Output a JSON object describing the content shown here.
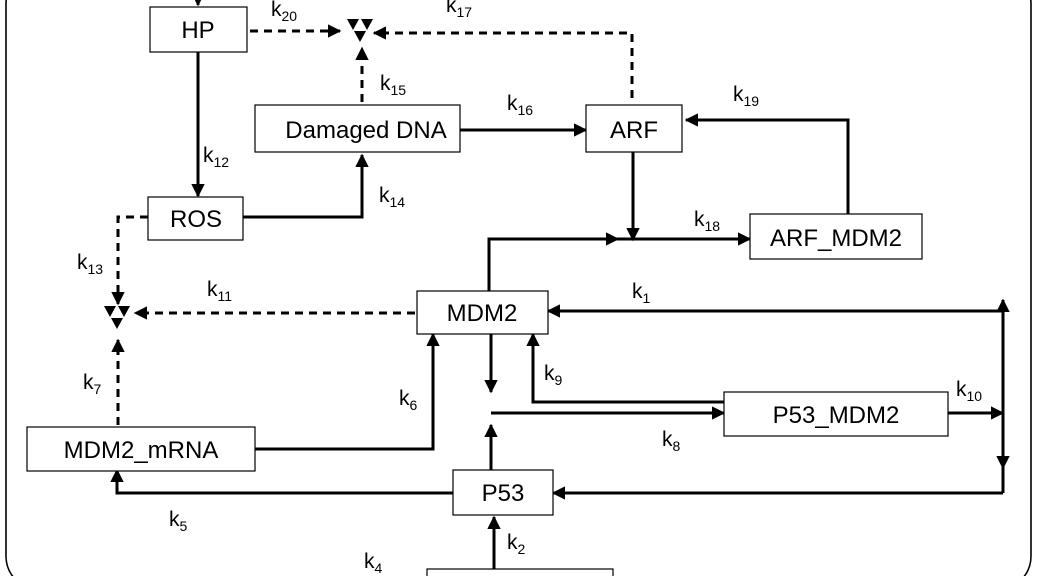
{
  "nodes": {
    "hp": "HP",
    "ros": "ROS",
    "damaged_dna": "Damaged DNA",
    "arf": "ARF",
    "arf_mdm2": "ARF_MDM2",
    "mdm2": "MDM2",
    "p53_mdm2": "P53_MDM2",
    "mdm2_mrna": "MDM2_mRNA",
    "p53": "P53"
  },
  "rates": {
    "k1": {
      "base": "k",
      "sub": "1"
    },
    "k2": {
      "base": "k",
      "sub": "2"
    },
    "k4": {
      "base": "k",
      "sub": "4"
    },
    "k5": {
      "base": "k",
      "sub": "5"
    },
    "k6": {
      "base": "k",
      "sub": "6"
    },
    "k7": {
      "base": "k",
      "sub": "7"
    },
    "k8": {
      "base": "k",
      "sub": "8"
    },
    "k9": {
      "base": "k",
      "sub": "9"
    },
    "k10": {
      "base": "k",
      "sub": "10"
    },
    "k11": {
      "base": "k",
      "sub": "11"
    },
    "k12": {
      "base": "k",
      "sub": "12"
    },
    "k13": {
      "base": "k",
      "sub": "13"
    },
    "k14": {
      "base": "k",
      "sub": "14"
    },
    "k15": {
      "base": "k",
      "sub": "15"
    },
    "k16": {
      "base": "k",
      "sub": "16"
    },
    "k17": {
      "base": "k",
      "sub": "17"
    },
    "k18": {
      "base": "k",
      "sub": "18"
    },
    "k19": {
      "base": "k",
      "sub": "19"
    },
    "k20": {
      "base": "k",
      "sub": "20"
    }
  }
}
